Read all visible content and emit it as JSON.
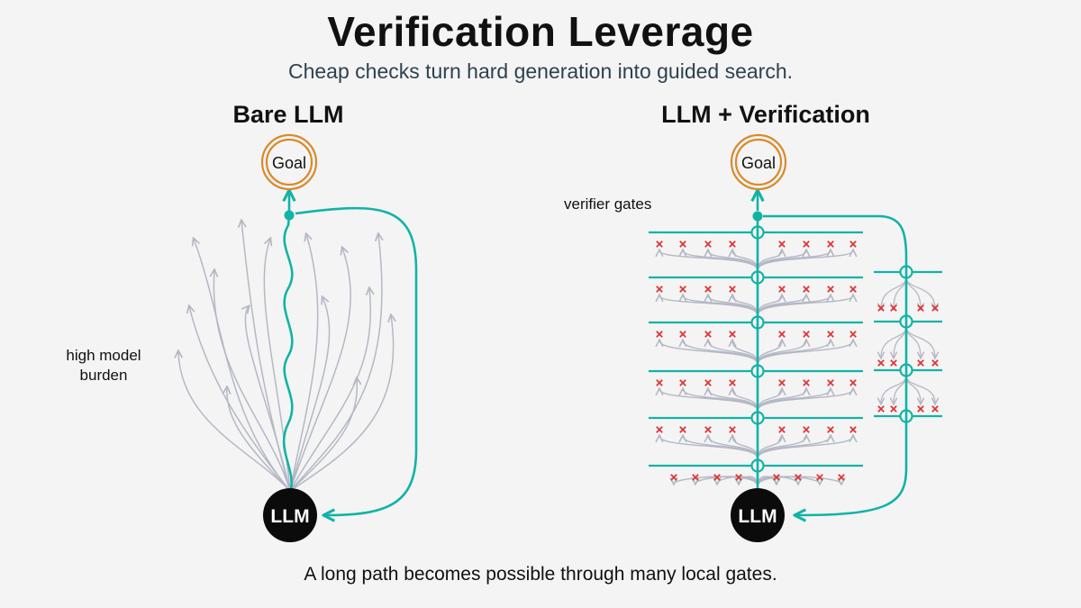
{
  "title": "Verification Leverage",
  "subtitle": "Cheap checks turn hard generation into guided search.",
  "left_panel": {
    "title": "Bare LLM",
    "goal_label": "Goal",
    "llm_label": "LLM",
    "annotation": "high model burden"
  },
  "right_panel": {
    "title": "LLM + Verification",
    "goal_label": "Goal",
    "llm_label": "LLM",
    "annotation": "verifier gates"
  },
  "caption": "A long path becomes possible through many local gates.",
  "colors": {
    "accent": "#12b3a6",
    "goal_ring": "#d98a2b",
    "reject": "#e03535",
    "branch": "#b4b8c4",
    "node_fill": "#0b0b0b"
  },
  "icons": {
    "reject_mark": "x-icon",
    "arrowhead": "arrow-icon"
  }
}
